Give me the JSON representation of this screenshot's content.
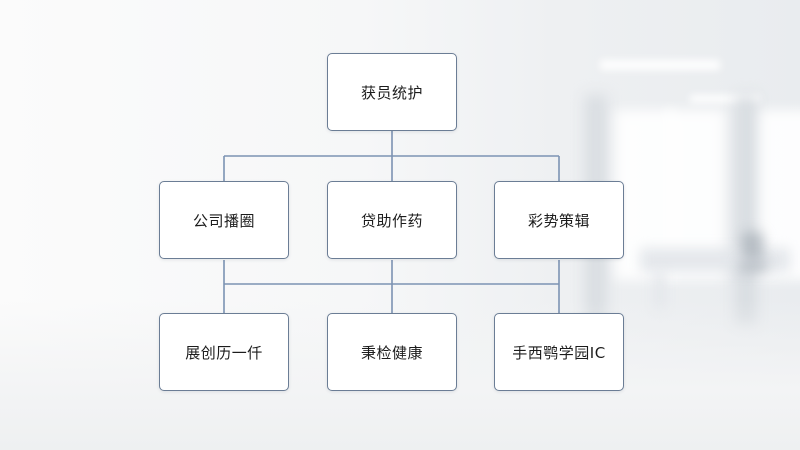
{
  "diagram": {
    "root": {
      "label": "获员统护"
    },
    "level1": [
      {
        "label": "公司播圈"
      },
      {
        "label": "贷助作药"
      },
      {
        "label": "彩势策辑"
      }
    ],
    "level2": [
      {
        "label": "展创历一仟"
      },
      {
        "label": "秉检健康"
      },
      {
        "label": "手西鹗学园IC"
      }
    ]
  },
  "colors": {
    "connector": "#7c93b3",
    "node_border": "#6b7d95",
    "node_fill": "#ffffff",
    "text": "#1c1c1c"
  }
}
